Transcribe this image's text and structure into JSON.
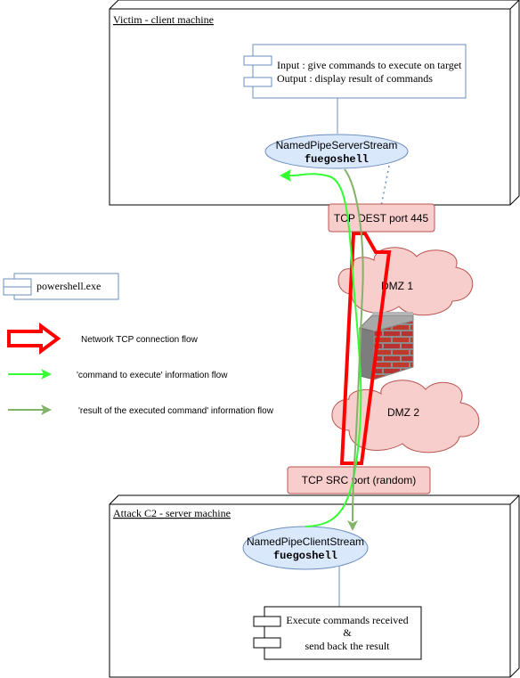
{
  "victim_node": {
    "title": "Victim - client machine",
    "component_line1": "Input : give commands to execute on target",
    "component_line2": "Output : display result of commands",
    "server_stream_line1": "NamedPipeServerStream",
    "server_stream_line2": "fuegoshell"
  },
  "tcp_dest_label": "TCP DEST port 445",
  "tcp_src_label": "TCP SRC port (random)",
  "dmz1_label": "DMZ 1",
  "dmz2_label": "DMZ 2",
  "attacker_node": {
    "title": "Attack C2 - server machine",
    "client_stream_line1": "NamedPipeClientStream",
    "client_stream_line2": "fuegoshell",
    "component_line1": "Execute commands received",
    "component_line2": "&",
    "component_line3": "send back the result"
  },
  "legend": {
    "powershell_label": "powershell.exe",
    "network_flow_label": "Network TCP connection flow",
    "command_flow_label": "'command to execute' information flow",
    "result_flow_label": "'result of the executed command' information flow"
  },
  "colors": {
    "node_border": "#000000",
    "ellipse_fill": "#dae8fc",
    "ellipse_stroke": "#6c8ebf",
    "tcp_box_fill": "#f8cecc",
    "tcp_box_stroke": "#b85450",
    "cloud_fill": "#f8cecc",
    "cloud_stroke": "#b85450",
    "network_arrow": "#ff0000",
    "command_arrow": "#33ff33",
    "result_arrow": "#82b366",
    "brick": "#b83232",
    "connector": "#6c8ebf"
  }
}
